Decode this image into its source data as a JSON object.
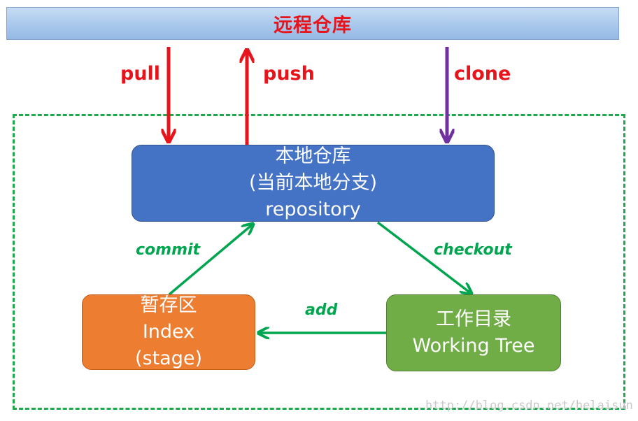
{
  "remote": {
    "title": "远程仓库"
  },
  "local_repo": {
    "line1": "本地仓库",
    "line2": "(当前本地分支)",
    "line3": "repository"
  },
  "index": {
    "line1": "暂存区",
    "line2": "Index",
    "line3": "(stage)"
  },
  "working_tree": {
    "line1": "工作目录",
    "line2": "Working Tree"
  },
  "edges": {
    "pull": "pull",
    "push": "push",
    "clone": "clone",
    "commit": "commit",
    "checkout": "checkout",
    "add": "add"
  },
  "colors": {
    "red": "#e8141c",
    "purple": "#7030a0",
    "green": "#00a54f",
    "repo_fill": "#4472c4",
    "index_fill": "#ed7d31",
    "work_fill": "#70ad47"
  },
  "watermark": "http://blog.csdn.net/helaisun"
}
